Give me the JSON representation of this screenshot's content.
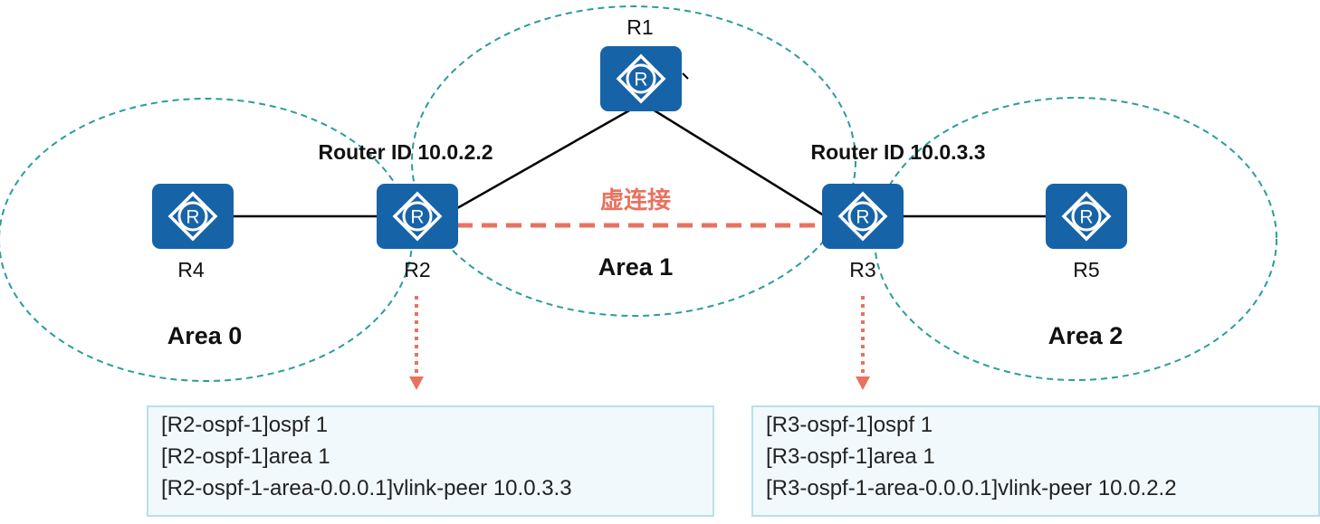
{
  "colors": {
    "area_border": "#2a9d9a",
    "router_fill": "#1763a8",
    "router_symbol": "#ffffff",
    "link": "#000000",
    "virtual_link": "#e8725f",
    "arrow": "#e8725f",
    "config_fill": "#f1f9fc",
    "config_border": "#b9e0ec"
  },
  "icons": {
    "router": "router-icon",
    "arrow": "dotted-arrow-down-icon"
  },
  "routers": {
    "r1": {
      "name": "R1"
    },
    "r2": {
      "name": "R2",
      "router_id": "Router ID 10.0.2.2"
    },
    "r3": {
      "name": "R3",
      "router_id": "Router ID 10.0.3.3"
    },
    "r4": {
      "name": "R4"
    },
    "r5": {
      "name": "R5"
    }
  },
  "areas": {
    "area0": "Area 0",
    "area1": "Area 1",
    "area2": "Area 2"
  },
  "virtual_link": {
    "label": "虚连接"
  },
  "configs": {
    "r2": {
      "lines": [
        "[R2-ospf-1]ospf 1",
        "[R2-ospf-1]area 1",
        "[R2-ospf-1-area-0.0.0.1]vlink-peer 10.0.3.3"
      ]
    },
    "r3": {
      "lines": [
        "[R3-ospf-1]ospf 1",
        "[R3-ospf-1]area 1",
        "[R3-ospf-1-area-0.0.0.1]vlink-peer 10.0.2.2"
      ]
    }
  }
}
